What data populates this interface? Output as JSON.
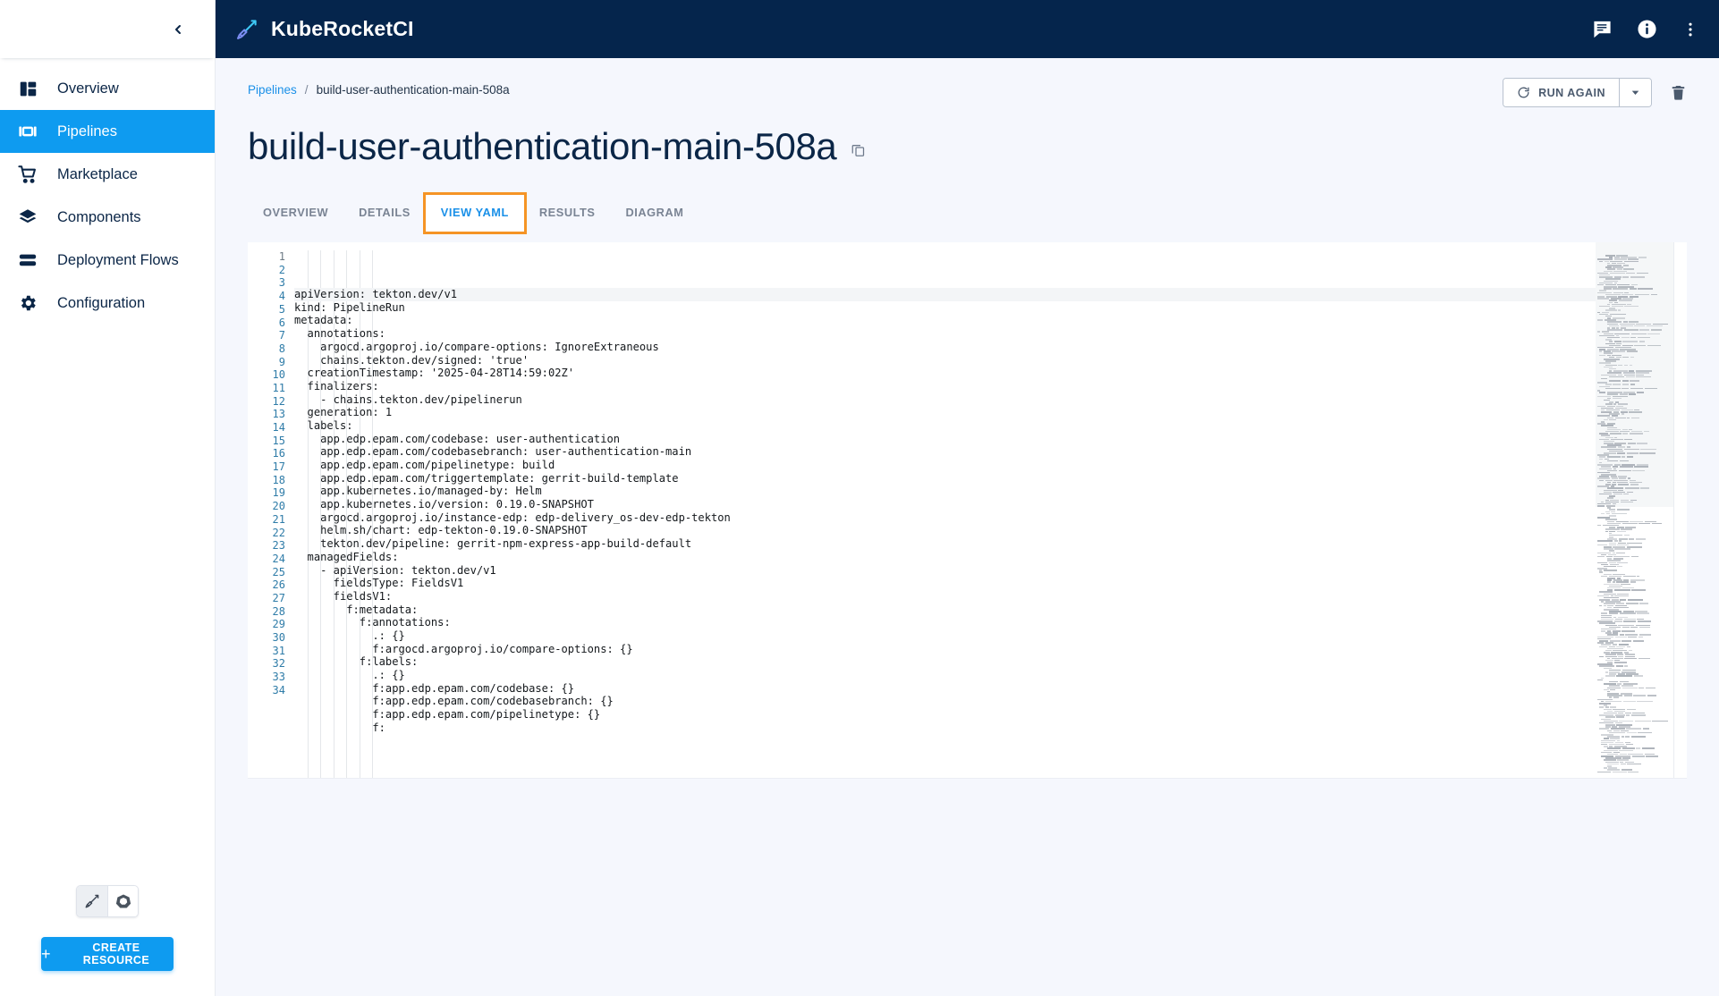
{
  "app": {
    "brand": "KubeRocketCI",
    "brand_icon": "rocket-sword-icon",
    "topbar_bg": "#05254c",
    "accent": "#0e9bf0",
    "highlight": "#f59425"
  },
  "topbar": {
    "actions": [
      {
        "name": "chat-icon",
        "glyph": "chat"
      },
      {
        "name": "info-icon",
        "glyph": "info"
      },
      {
        "name": "more-vert-icon",
        "glyph": "kebab"
      }
    ]
  },
  "sidebar": {
    "collapse_icon": "chevron-left-icon",
    "items": [
      {
        "label": "Overview",
        "icon": "dashboard-icon",
        "active": false
      },
      {
        "label": "Pipelines",
        "icon": "pipelines-icon",
        "active": true
      },
      {
        "label": "Marketplace",
        "icon": "cart-icon",
        "active": false
      },
      {
        "label": "Components",
        "icon": "layers-icon",
        "active": false
      },
      {
        "label": "Deployment Flows",
        "icon": "flows-icon",
        "active": false
      },
      {
        "label": "Configuration",
        "icon": "gear-icon",
        "active": false
      }
    ],
    "cluster_toggle": [
      {
        "name": "kuberocket-icon",
        "selected": true
      },
      {
        "name": "kubernetes-icon",
        "selected": false
      }
    ],
    "create_resource_label": "CREATE RESOURCE",
    "create_resource_icon": "plus-icon"
  },
  "breadcrumb": {
    "root": "Pipelines",
    "separator": "/",
    "current": "build-user-authentication-main-508a"
  },
  "header": {
    "title": "build-user-authentication-main-508a",
    "copy_icon": "copy-icon",
    "run_again_label": "RUN AGAIN",
    "run_again_icon": "refresh-icon",
    "run_again_caret": "chevron-down-icon",
    "delete_icon": "trash-icon"
  },
  "tabs": [
    {
      "label": "OVERVIEW",
      "active": false,
      "highlighted": false
    },
    {
      "label": "DETAILS",
      "active": false,
      "highlighted": false
    },
    {
      "label": "VIEW YAML",
      "active": true,
      "highlighted": true
    },
    {
      "label": "RESULTS",
      "active": false,
      "highlighted": false
    },
    {
      "label": "DIAGRAM",
      "active": false,
      "highlighted": false
    }
  ],
  "editor": {
    "first_line": 1,
    "last_visible_line": 33,
    "lines": [
      "apiVersion: tekton.dev/v1",
      "kind: PipelineRun",
      "metadata:",
      "  annotations:",
      "    argocd.argoproj.io/compare-options: IgnoreExtraneous",
      "    chains.tekton.dev/signed: 'true'",
      "  creationTimestamp: '2025-04-28T14:59:02Z'",
      "  finalizers:",
      "    - chains.tekton.dev/pipelinerun",
      "  generation: 1",
      "  labels:",
      "    app.edp.epam.com/codebase: user-authentication",
      "    app.edp.epam.com/codebasebranch: user-authentication-main",
      "    app.edp.epam.com/pipelinetype: build",
      "    app.edp.epam.com/triggertemplate: gerrit-build-template",
      "    app.kubernetes.io/managed-by: Helm",
      "    app.kubernetes.io/version: 0.19.0-SNAPSHOT",
      "    argocd.argoproj.io/instance-edp: edp-delivery_os-dev-edp-tekton",
      "    helm.sh/chart: edp-tekton-0.19.0-SNAPSHOT",
      "    tekton.dev/pipeline: gerrit-npm-express-app-build-default",
      "  managedFields:",
      "    - apiVersion: tekton.dev/v1",
      "      fieldsType: FieldsV1",
      "      fieldsV1:",
      "        f:metadata:",
      "          f:annotations:",
      "            .: {}",
      "            f:argocd.argoproj.io/compare-options: {}",
      "          f:labels:",
      "            .: {}",
      "            f:app.edp.epam.com/codebase: {}",
      "            f:app.edp.epam.com/codebasebranch: {}",
      "            f:app.edp.epam.com/pipelinetype: {}"
    ],
    "minimap_name": "code-minimap"
  }
}
